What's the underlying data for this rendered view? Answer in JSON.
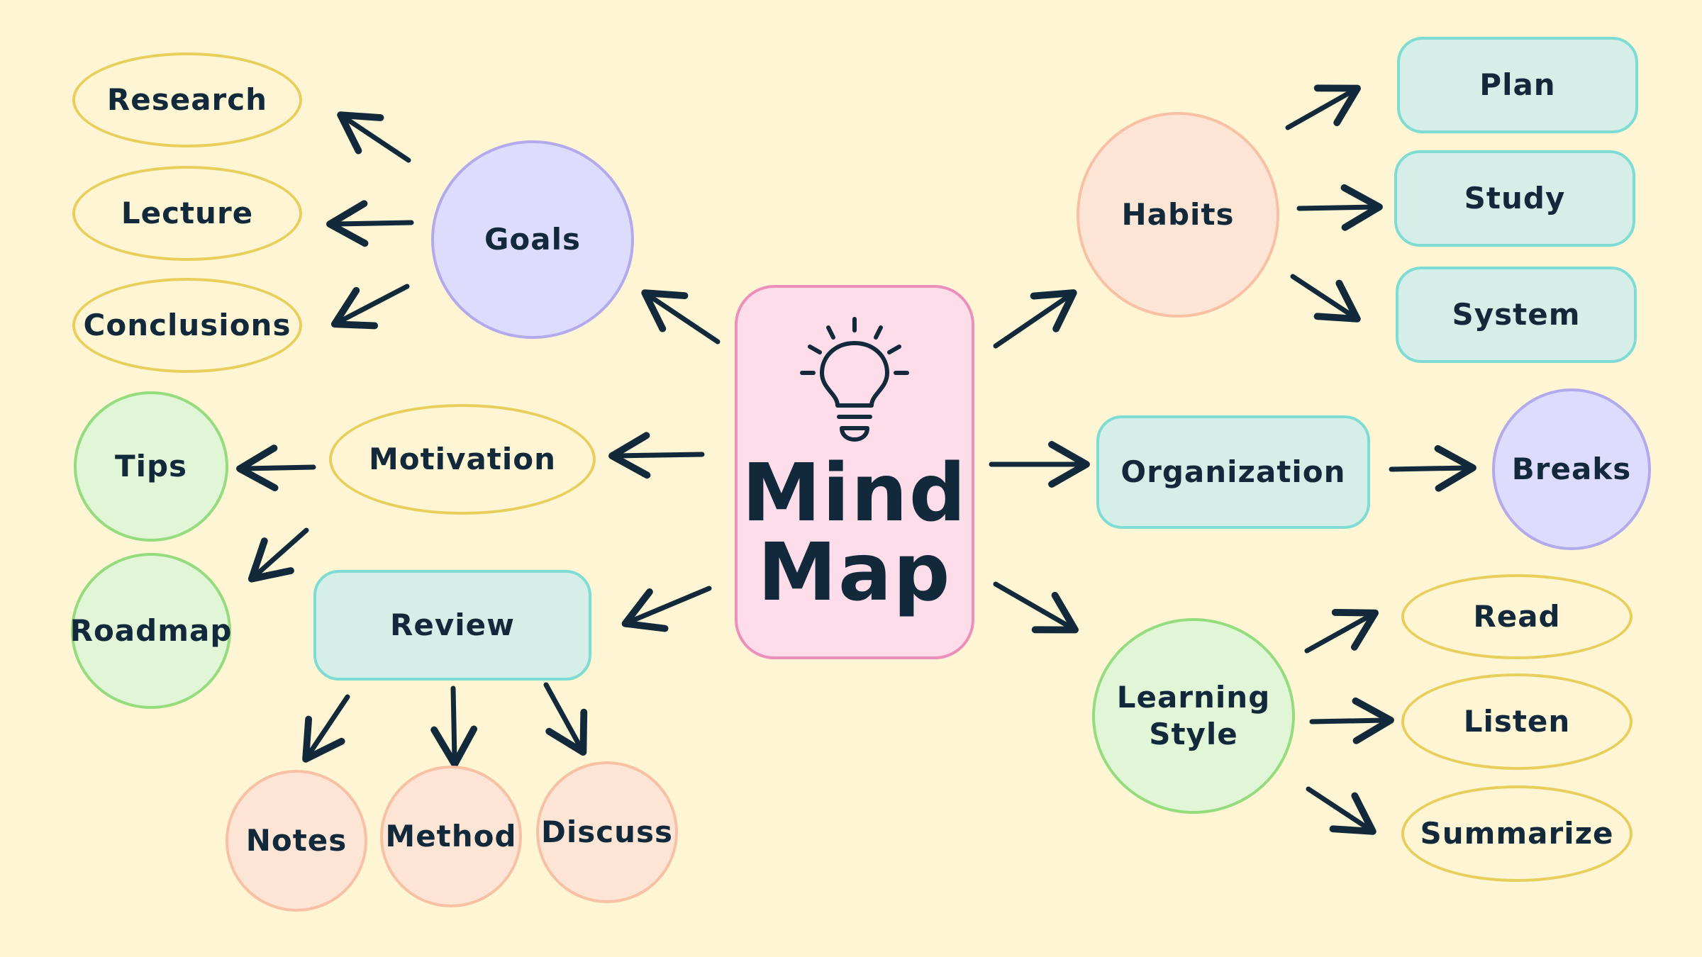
{
  "colors": {
    "background": "#FDF5D3",
    "ink": "#11293A",
    "center_fill": "#FDDDEA",
    "center_border": "#EC8FBD"
  },
  "center": {
    "line1": "Mind",
    "line2": "Map",
    "icon": "lightbulb-icon"
  },
  "nodes": {
    "research": "Research",
    "lecture": "Lecture",
    "conclusions": "Conclusions",
    "goals": "Goals",
    "tips": "Tips",
    "motivation": "Motivation",
    "roadmap": "Roadmap",
    "review": "Review",
    "notes": "Notes",
    "method": "Method",
    "discuss": "Discuss",
    "habits": "Habits",
    "plan": "Plan",
    "study": "Study",
    "system": "System",
    "organization": "Organization",
    "breaks": "Breaks",
    "learning_style": "Learning Style",
    "read": "Read",
    "listen": "Listen",
    "summarize": "Summarize"
  }
}
